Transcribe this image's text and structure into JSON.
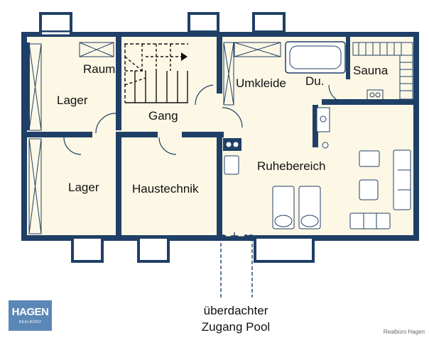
{
  "plan": {
    "rooms": [
      {
        "id": "lager1",
        "label": "Lager"
      },
      {
        "id": "raum",
        "label": "Raum"
      },
      {
        "id": "gang",
        "label": "Gang"
      },
      {
        "id": "lager2",
        "label": "Lager"
      },
      {
        "id": "haustechnik",
        "label": "Haustechnik"
      },
      {
        "id": "umkleide",
        "label": "Umkleide"
      },
      {
        "id": "dusche",
        "label": "Du."
      },
      {
        "id": "sauna",
        "label": "Sauna"
      },
      {
        "id": "ruhebereich",
        "label": "Ruhebereich"
      }
    ],
    "caption": {
      "line1": "überdachter",
      "line2": "Zugang Pool"
    },
    "logo": {
      "name": "HAGEN",
      "sub": "REALBÜRO"
    },
    "credit": "Realbüro Hagen",
    "colors": {
      "wall": "#1f3f66",
      "floor": "#fdf8e6",
      "window": "#ffffff"
    }
  }
}
